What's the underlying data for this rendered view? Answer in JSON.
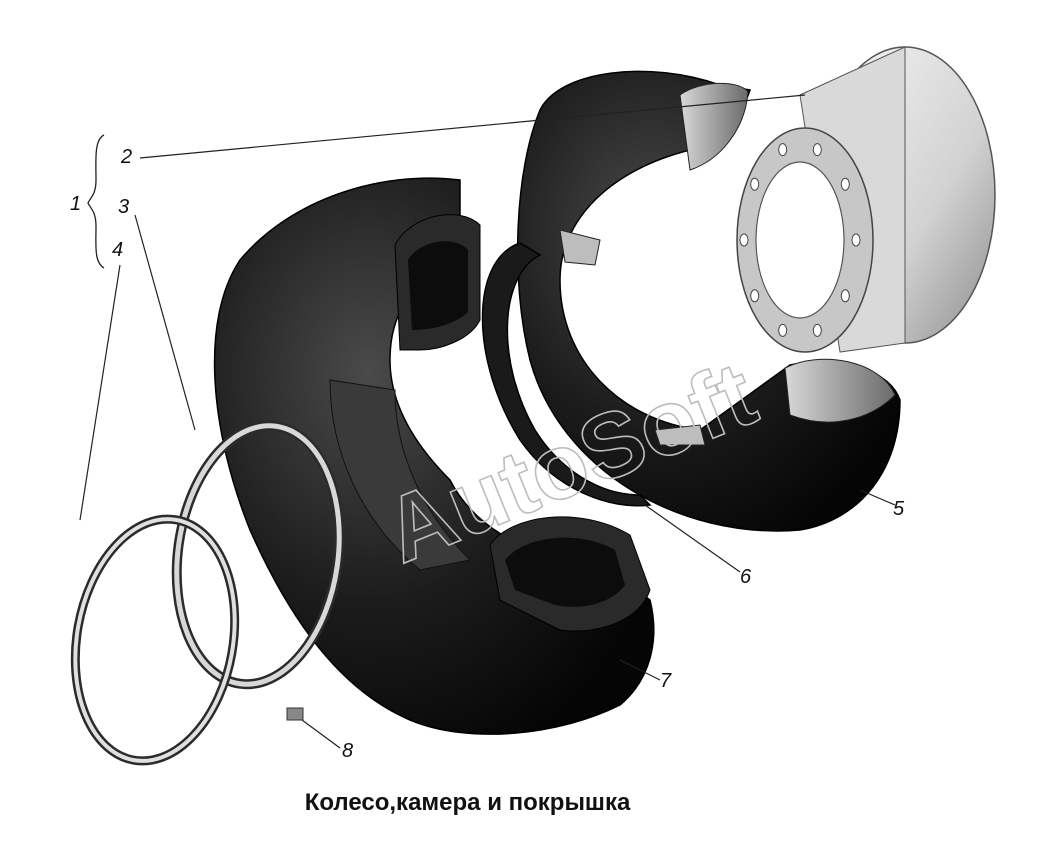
{
  "caption": "Колесо,камера и покрышка",
  "watermark": "AutoSoft",
  "callouts": {
    "c1": "1",
    "c2": "2",
    "c3": "3",
    "c4": "4",
    "c5": "5",
    "c6": "6",
    "c7": "7",
    "c8": "8"
  },
  "colors": {
    "rubber": "#141414",
    "rubber_highlight": "#3a3a3a",
    "metal": "#e6e6e6",
    "metal_shade": "#9a9a9a",
    "line": "#222222"
  }
}
